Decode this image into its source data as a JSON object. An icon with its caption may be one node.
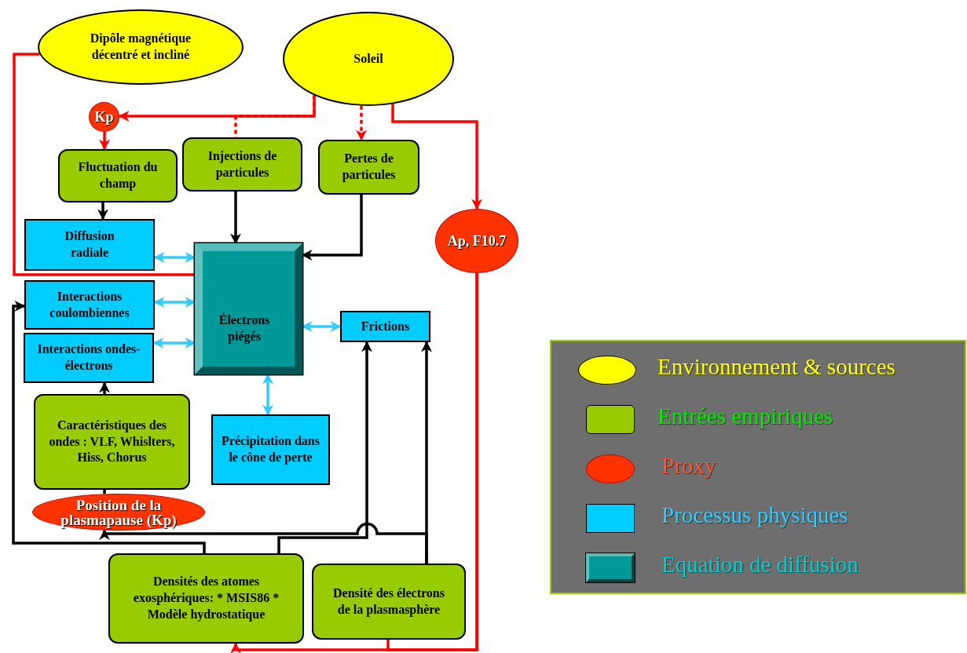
{
  "diagram": {
    "nodes": [
      {
        "text": [
          "Dipôle magnétique décentré et incliné"
        ]
      },
      {
        "text": [
          "Soleil"
        ]
      },
      {
        "text": [
          "Kp"
        ]
      },
      {
        "text": [
          "Fluctuation du champ"
        ]
      },
      {
        "text": [
          "Injections de particules"
        ]
      },
      {
        "text": [
          "Pertes de particules"
        ]
      },
      {
        "text": [
          "Ap, F10.7"
        ]
      },
      {
        "text": [
          "Diffusion radiale"
        ]
      },
      {
        "text": [
          "Électrons piégés"
        ]
      },
      {
        "text": [
          "Interactions coulombiennes"
        ]
      },
      {
        "text": [
          "Interactions ondes-électrons"
        ]
      },
      {
        "text": [
          "Frictions"
        ]
      },
      {
        "text": [
          "Caractéristiques des ondes : VLF, Whislters, Hiss, Chorus"
        ]
      },
      {
        "text": [
          "Précipitation dans le cône de perte"
        ]
      },
      {
        "text": [
          "Position de la plasmapause (Kp)"
        ]
      },
      {
        "text": [
          "Densités des atomes exosphériques: * MSIS86 * Modèle hydrostatique"
        ]
      },
      {
        "text": [
          "Densité des électrons de la plasmasphère"
        ]
      }
    ],
    "edges": [
      {
        "from": 1,
        "to": 2,
        "arrow": "to",
        "color": "#ff0000"
      },
      {
        "from": 1,
        "to": 4,
        "arrow": "none",
        "style": "dashed",
        "color": "#ff0000"
      },
      {
        "from": 1,
        "to": 5,
        "arrow": "to",
        "style": "dashed",
        "color": "#ff0000"
      },
      {
        "from": 1,
        "to": 6,
        "arrow": "to",
        "color": "#ff0000"
      },
      {
        "from": 2,
        "to": 3,
        "arrow": "to",
        "color": "#ff0000"
      },
      {
        "from": 3,
        "to": 7,
        "arrow": "to"
      },
      {
        "from": 4,
        "to": 8,
        "arrow": "to"
      },
      {
        "from": 5,
        "to": 8,
        "arrow": "to"
      },
      {
        "from": 7,
        "to": 8,
        "arrow": "both",
        "color": "#33ccff"
      },
      {
        "from": 0,
        "to": 8,
        "arrow": "none",
        "color": "#ff0000"
      },
      {
        "from": 9,
        "to": 8,
        "arrow": "both",
        "color": "#33ccff"
      },
      {
        "from": 10,
        "to": 8,
        "arrow": "both",
        "color": "#33ccff"
      },
      {
        "from": 8,
        "to": 11,
        "arrow": "both",
        "color": "#33ccff"
      },
      {
        "from": 8,
        "to": 13,
        "arrow": "both",
        "color": "#33ccff"
      },
      {
        "from": 12,
        "to": 10,
        "arrow": "to"
      },
      {
        "from": 14,
        "to": 12,
        "arrow": "none"
      },
      {
        "from": 6,
        "to": 15,
        "arrow": "to",
        "color": "#ff0000"
      },
      {
        "from": 6,
        "to": 16,
        "arrow": "none",
        "color": "#ff0000"
      },
      {
        "from": 15,
        "to": 9,
        "arrow": "to"
      },
      {
        "from": 15,
        "to": 11,
        "arrow": "to"
      },
      {
        "from": 16,
        "to": 11,
        "arrow": "to"
      },
      {
        "from": 16,
        "to": 14,
        "arrow": "to"
      }
    ],
    "legend": [
      {
        "text": "Environnement & sources",
        "color": "#ffff00"
      },
      {
        "text": "Entrées empiriques",
        "color": "#99cc00"
      },
      {
        "text": "Proxy",
        "color": "#ff3300"
      },
      {
        "text": "Processus physiques",
        "color": "#00ccff"
      },
      {
        "text": "Equation de diffusion",
        "color": "#009999"
      }
    ]
  }
}
